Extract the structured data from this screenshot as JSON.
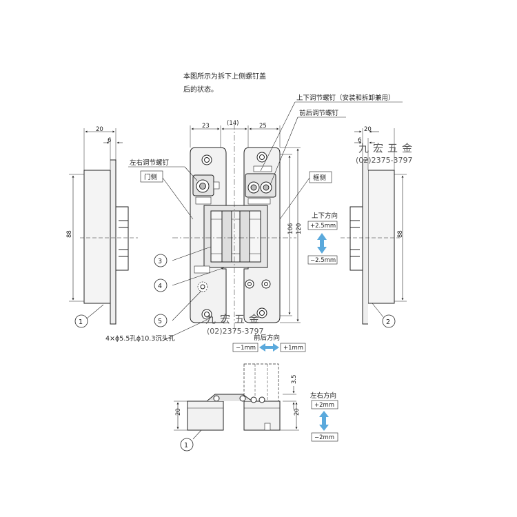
{
  "note": [
    "本图所示为拆下上侧螺钉盖",
    "后的状态。"
  ],
  "labels": {
    "updown_screw": "上下调节螺钉（安装和拆卸兼用）",
    "frontback_screw": "前后调节螺钉",
    "leftright_screw": "左右调节螺钉",
    "door_side": "门侧",
    "frame_side": "框侧",
    "holes": "4×ϕ5.5孔ϕ10.3沉头孔"
  },
  "dims": {
    "left_w": "20",
    "left_w2": "6",
    "right_w": "20",
    "right_w2": "6",
    "top_a": "23",
    "top_b": "(14)",
    "top_c": "25",
    "h_left": "88",
    "h_right": "88",
    "h_106": "106",
    "h_120": "120",
    "side_35": "3.5",
    "side_20a": "20",
    "side_20b": "20"
  },
  "adjust": {
    "updown_title": "上下方向",
    "updown_plus": "+2.5mm",
    "updown_minus": "−2.5mm",
    "frontback_title": "前后方向",
    "frontback_minus": "−1mm",
    "frontback_plus": "+1mm",
    "leftright_title": "左右方向",
    "leftright_plus": "+2mm",
    "leftright_minus": "−2mm"
  },
  "callouts": [
    "1",
    "2",
    "3",
    "4",
    "5"
  ],
  "watermark": {
    "text": "九宏五金",
    "phone": "(02)2375-3797"
  },
  "colors": {
    "arrow": "#5aa9dc",
    "line": "#222222",
    "fill": "#f2f2f2"
  }
}
